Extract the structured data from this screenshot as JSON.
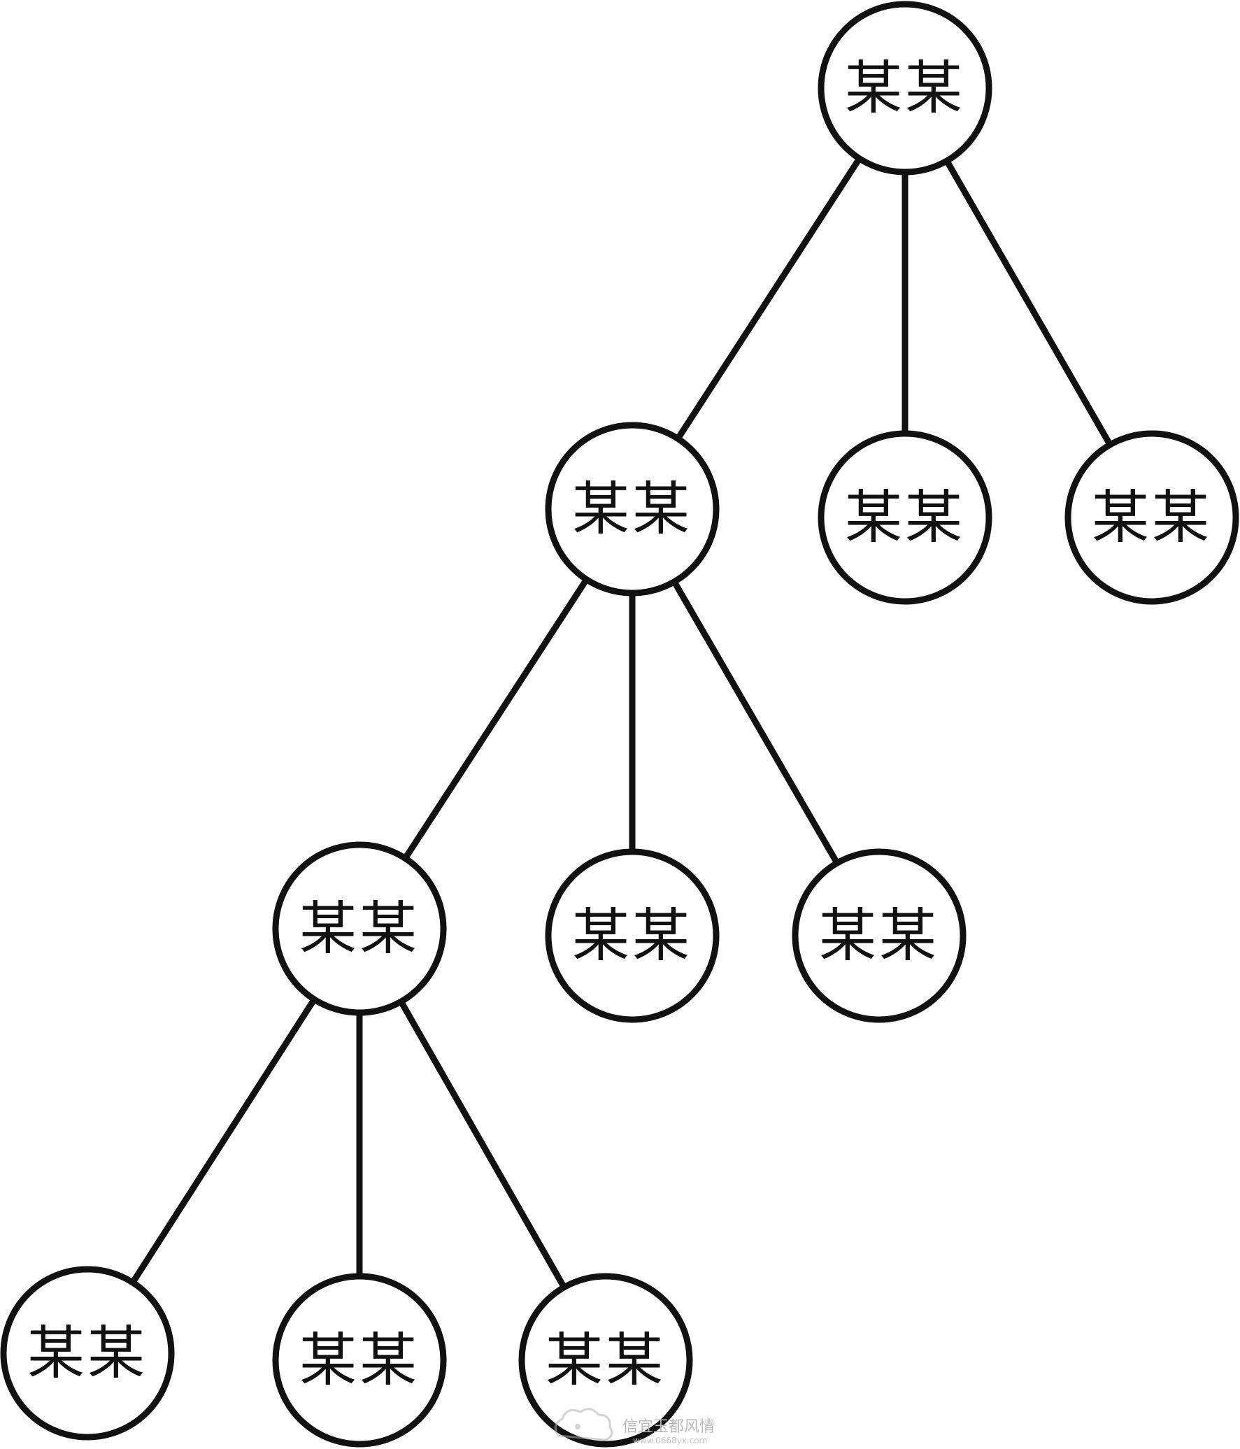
{
  "diagram": {
    "type": "tree",
    "colors": {
      "stroke": "#111111",
      "fill": "#ffffff",
      "text": "#111111"
    },
    "nodes": [
      {
        "id": "n1",
        "label": "某某",
        "parent": null
      },
      {
        "id": "n2",
        "label": "某某",
        "parent": "n1"
      },
      {
        "id": "n3",
        "label": "某某",
        "parent": "n1"
      },
      {
        "id": "n4",
        "label": "某某",
        "parent": "n1"
      },
      {
        "id": "n5",
        "label": "某某",
        "parent": "n2"
      },
      {
        "id": "n6",
        "label": "某某",
        "parent": "n2"
      },
      {
        "id": "n7",
        "label": "某某",
        "parent": "n2"
      },
      {
        "id": "n8",
        "label": "某某",
        "parent": "n5"
      },
      {
        "id": "n9",
        "label": "某某",
        "parent": "n5"
      },
      {
        "id": "n10",
        "label": "某某",
        "parent": "n5"
      }
    ]
  },
  "watermark": {
    "text": "信宜玉都风情",
    "subtext": "www.0668yx.com",
    "icon": "cloud-logo-icon"
  }
}
